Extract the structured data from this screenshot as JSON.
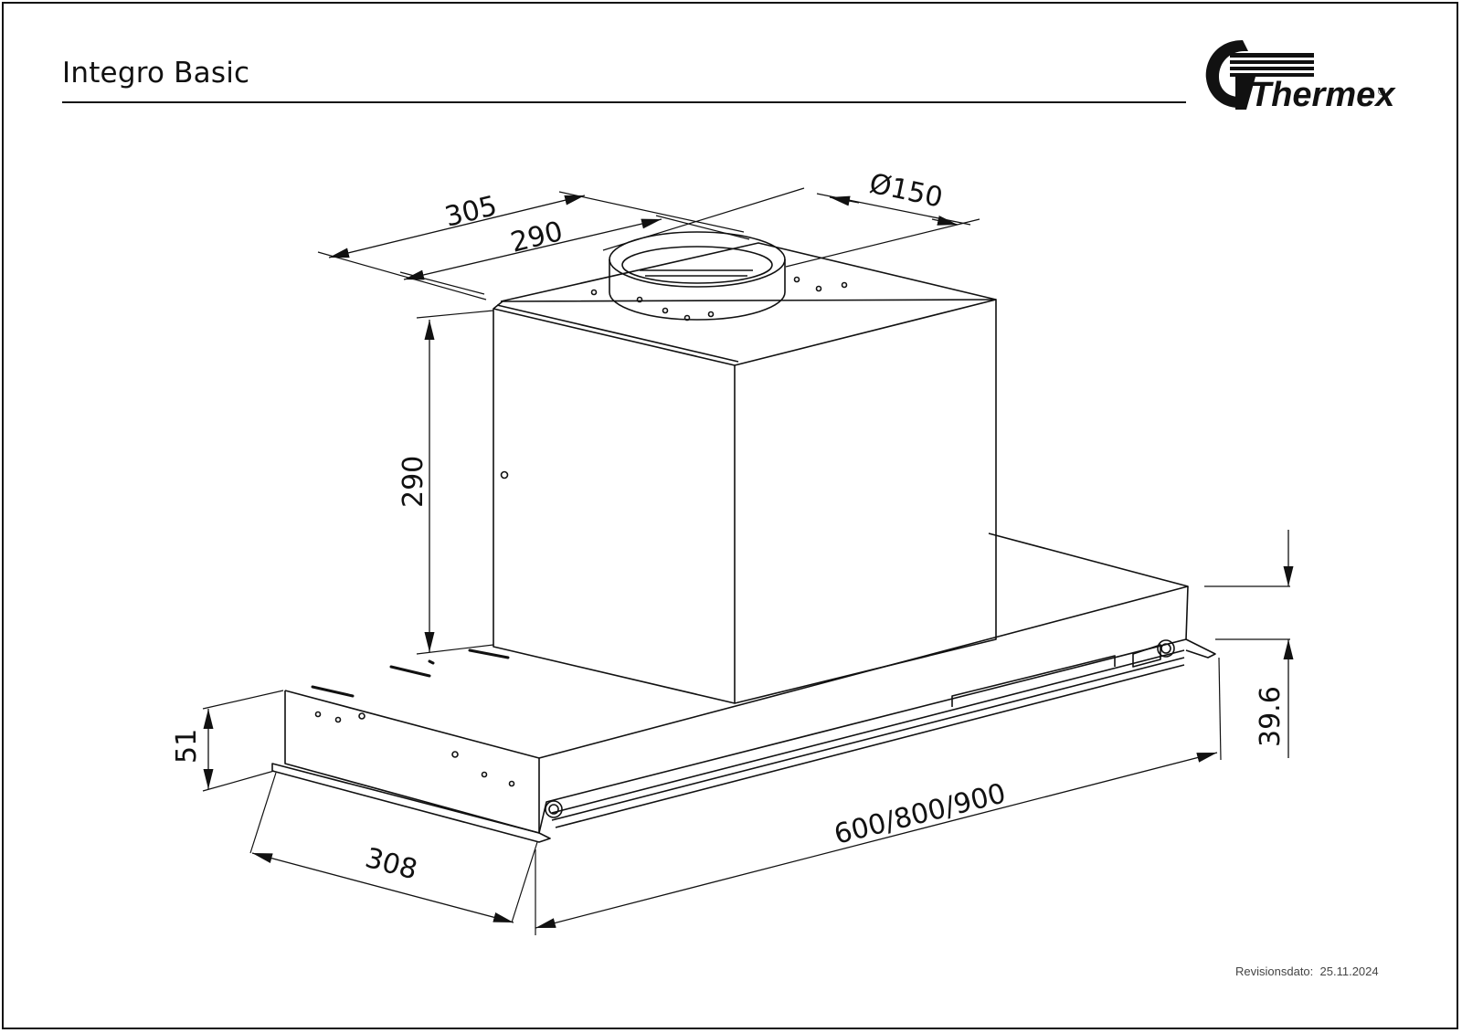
{
  "header": {
    "title": "Integro Basic",
    "logo_text": "Thermex",
    "logo_mark": "®"
  },
  "footer": {
    "revision_label": "Revisionsdato:",
    "revision_date": "25.11.2024"
  },
  "dimensions": {
    "depth_outer": "305",
    "depth_inner": "290",
    "duct_diameter": "Ø150",
    "box_height": "290",
    "front_height": "51",
    "base_depth": "308",
    "width_options": "600/800/900",
    "rear_height": "39.6"
  }
}
